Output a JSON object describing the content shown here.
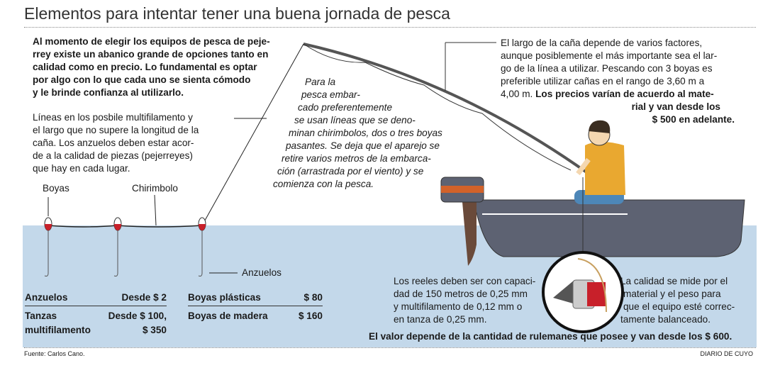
{
  "title": "Elementos para intentar tener una buena jornada de pesca",
  "intro": [
    "Al momento de elegir los equipos de pesca de peje-",
    "rrey existe un abanico grande de opciones tanto en",
    "calidad como en precio. Lo fundamental es optar",
    "por algo con lo que cada uno se sienta  cómodo",
    "y le brinde confianza al utilizarlo."
  ],
  "lines_text": [
    "Líneas en los posbile multifilamento y",
    "el largo que no supere la longitud de la",
    "caña. Los anzuelos deben estar acor-",
    "de a la calidad de piezas (pejerreyes)",
    "que hay en cada lugar."
  ],
  "embarcado": [
    "Para la",
    "pesca embar-",
    "cado preferentemente",
    "se usan líneas que se deno-",
    "minan chirimbolos, dos o tres boyas",
    "pasantes. Se deja que el aparejo se",
    "retire varios metros de la embarca-",
    "ción (arrastrada por el viento) y se",
    "comienza con la pesca."
  ],
  "cana": {
    "lines": [
      "El largo de la caña depende de varios factores,",
      "aunque posiblemente el más importante sea el lar-",
      "go de la línea a utilizar. Pescando con 3 boyas es",
      "preferible utilizar cañas en el rango de 3,60 m a"
    ],
    "last_normal": "4,00 m. ",
    "last_bold": "Los precios varían de acuerdo al mate-",
    "bold2": "rial y van desde los",
    "bold3": "$ 500 en adelante."
  },
  "labels": {
    "boyas": "Boyas",
    "chirimbolo": "Chirimbolo",
    "anzuelos": "Anzuelos"
  },
  "prices_left": [
    {
      "item": "Anzuelos",
      "price": "Desde $ 2"
    },
    {
      "item": "Tanzas",
      "price": "Desde $ 100,"
    },
    {
      "item": "multifilamento",
      "price": "$ 350"
    }
  ],
  "prices_right": [
    {
      "item": "Boyas plásticas",
      "price": "$ 80"
    },
    {
      "item": "Boyas de madera",
      "price": "$ 160"
    }
  ],
  "reel_left": [
    "Los reeles deben ser con capaci-",
    "dad de 150 metros de 0,25 mm",
    "y multifilamento de 0,12 mm o",
    "en  tanza de 0,25 mm."
  ],
  "reel_right": [
    "La calidad se mide por el",
    "material y el peso para",
    "que el equipo esté correc-",
    "tamente balanceado."
  ],
  "reel_total": "El valor depende de la cantidad de rulemanes que posee y van desde los $ 600.",
  "source": "Fuente: Carlos Cano.",
  "brand": "DIARIO DE CUYO",
  "colors": {
    "water": "#c3d8ea",
    "boat": "#5d6272",
    "engine": "#d2622a",
    "reel_red": "#c8202a"
  }
}
